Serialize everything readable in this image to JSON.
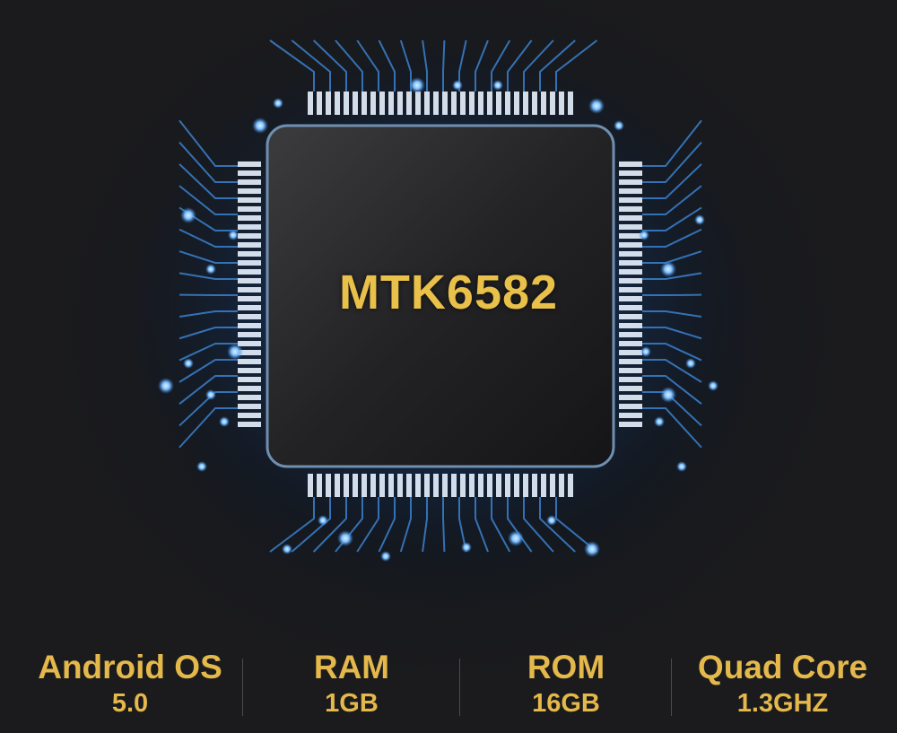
{
  "chip": {
    "label": "MTK6582",
    "glow_color": "#2f7fd8",
    "label_color": "#e9c04a"
  },
  "specs": [
    {
      "title": "Android OS",
      "value": "5.0"
    },
    {
      "title": "RAM",
      "value": "1GB"
    },
    {
      "title": "ROM",
      "value": "16GB"
    },
    {
      "title": "Quad Core",
      "value": "1.3GHZ"
    }
  ],
  "spec_color": "#e4b84a"
}
